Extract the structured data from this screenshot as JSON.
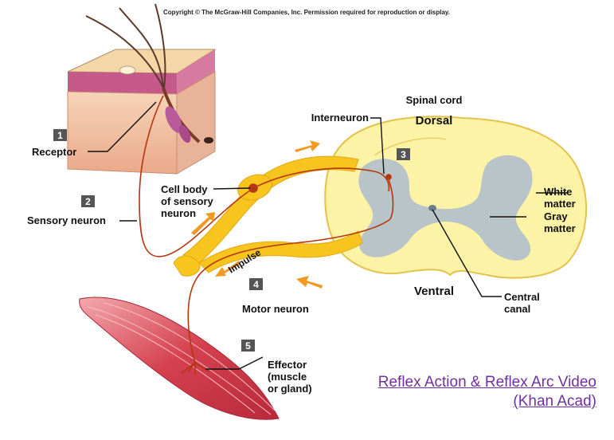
{
  "copyright": "Copyright © The McGraw-Hill Companies, Inc. Permission required for reproduction or display.",
  "labels": {
    "spinal_cord": "Spinal cord",
    "dorsal": "Dorsal",
    "ventral": "Ventral",
    "interneuron": "Interneuron",
    "receptor": "Receptor",
    "sensory_neuron": "Sensory neuron",
    "cell_body_1": "Cell body",
    "cell_body_2": "of sensory",
    "cell_body_3": "neuron",
    "white_matter_1": "White",
    "white_matter_2": "matter",
    "gray_matter_1": "Gray",
    "gray_matter_2": "matter",
    "impulse": "Impulse",
    "motor_neuron": "Motor neuron",
    "central_canal_1": "Central",
    "central_canal_2": "canal",
    "effector_1": "Effector",
    "effector_2": "(muscle",
    "effector_3": "or gland)"
  },
  "steps": [
    "1",
    "2",
    "3",
    "4",
    "5"
  ],
  "link": {
    "line1": "Reflex Action & Reflex Arc Video",
    "line2": "(Khan Acad)"
  },
  "colors": {
    "nerve": "#f7c51e",
    "cord": "#fdf3a6",
    "gray_matter": "#b8c4c8",
    "neuron_fiber": "#b5370f",
    "arrow": "#f29a1f",
    "link": "#7030a0"
  }
}
